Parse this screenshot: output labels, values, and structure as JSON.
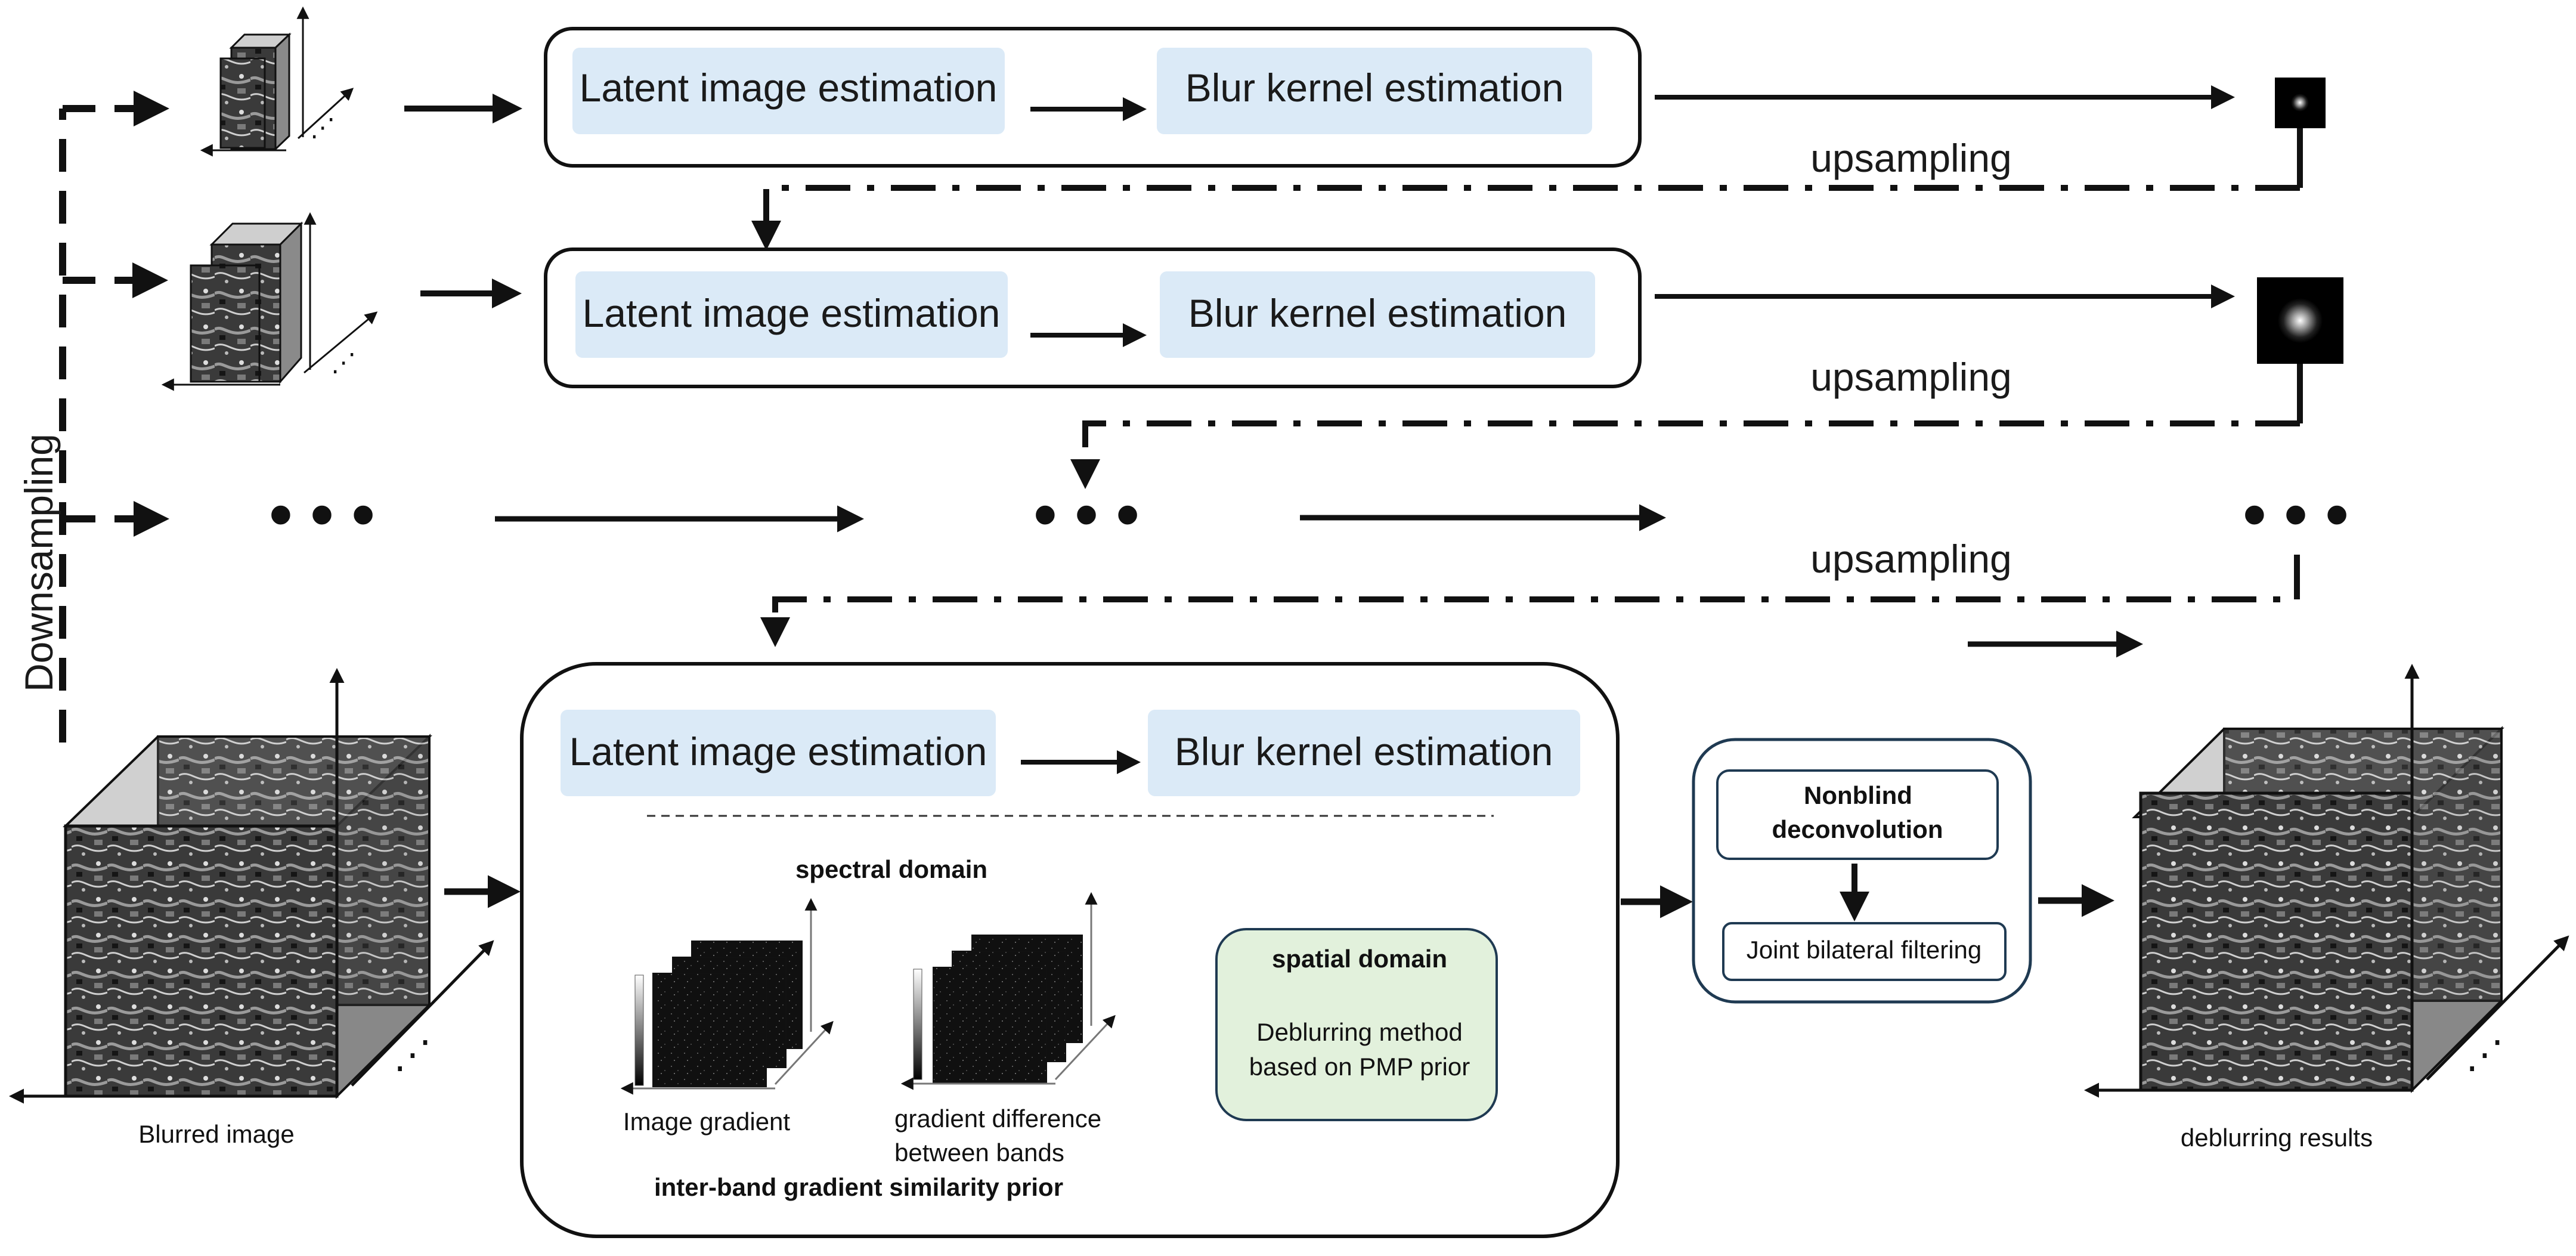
{
  "stage": {
    "latent": "Latent image estimation",
    "kernel": "Blur kernel estimation"
  },
  "upsampling": "upsampling",
  "downsampling": "Downsampling",
  "ellipsis": "• • •",
  "blurred_image": "Blurred image",
  "deblurring_results": "deblurring results",
  "final_stage": {
    "spectral_domain": "spectral domain",
    "image_gradient": "Image gradient",
    "gradient_diff_line1": "gradient difference",
    "gradient_diff_line2": "between bands",
    "prior": "inter-band gradient similarity prior",
    "spatial_domain": "spatial domain",
    "spatial_line1": "Deblurring method",
    "spatial_line2": "based on PMP prior"
  },
  "nonblind": {
    "line1": "Nonblind",
    "line2": "deconvolution",
    "filter": "Joint bilateral filtering"
  },
  "colors": {
    "stage_fill": "#dbeaf7",
    "spatial_fill": "#e2f1dc",
    "nonblind_border": "#1f3a52",
    "stroke": "#111111"
  }
}
